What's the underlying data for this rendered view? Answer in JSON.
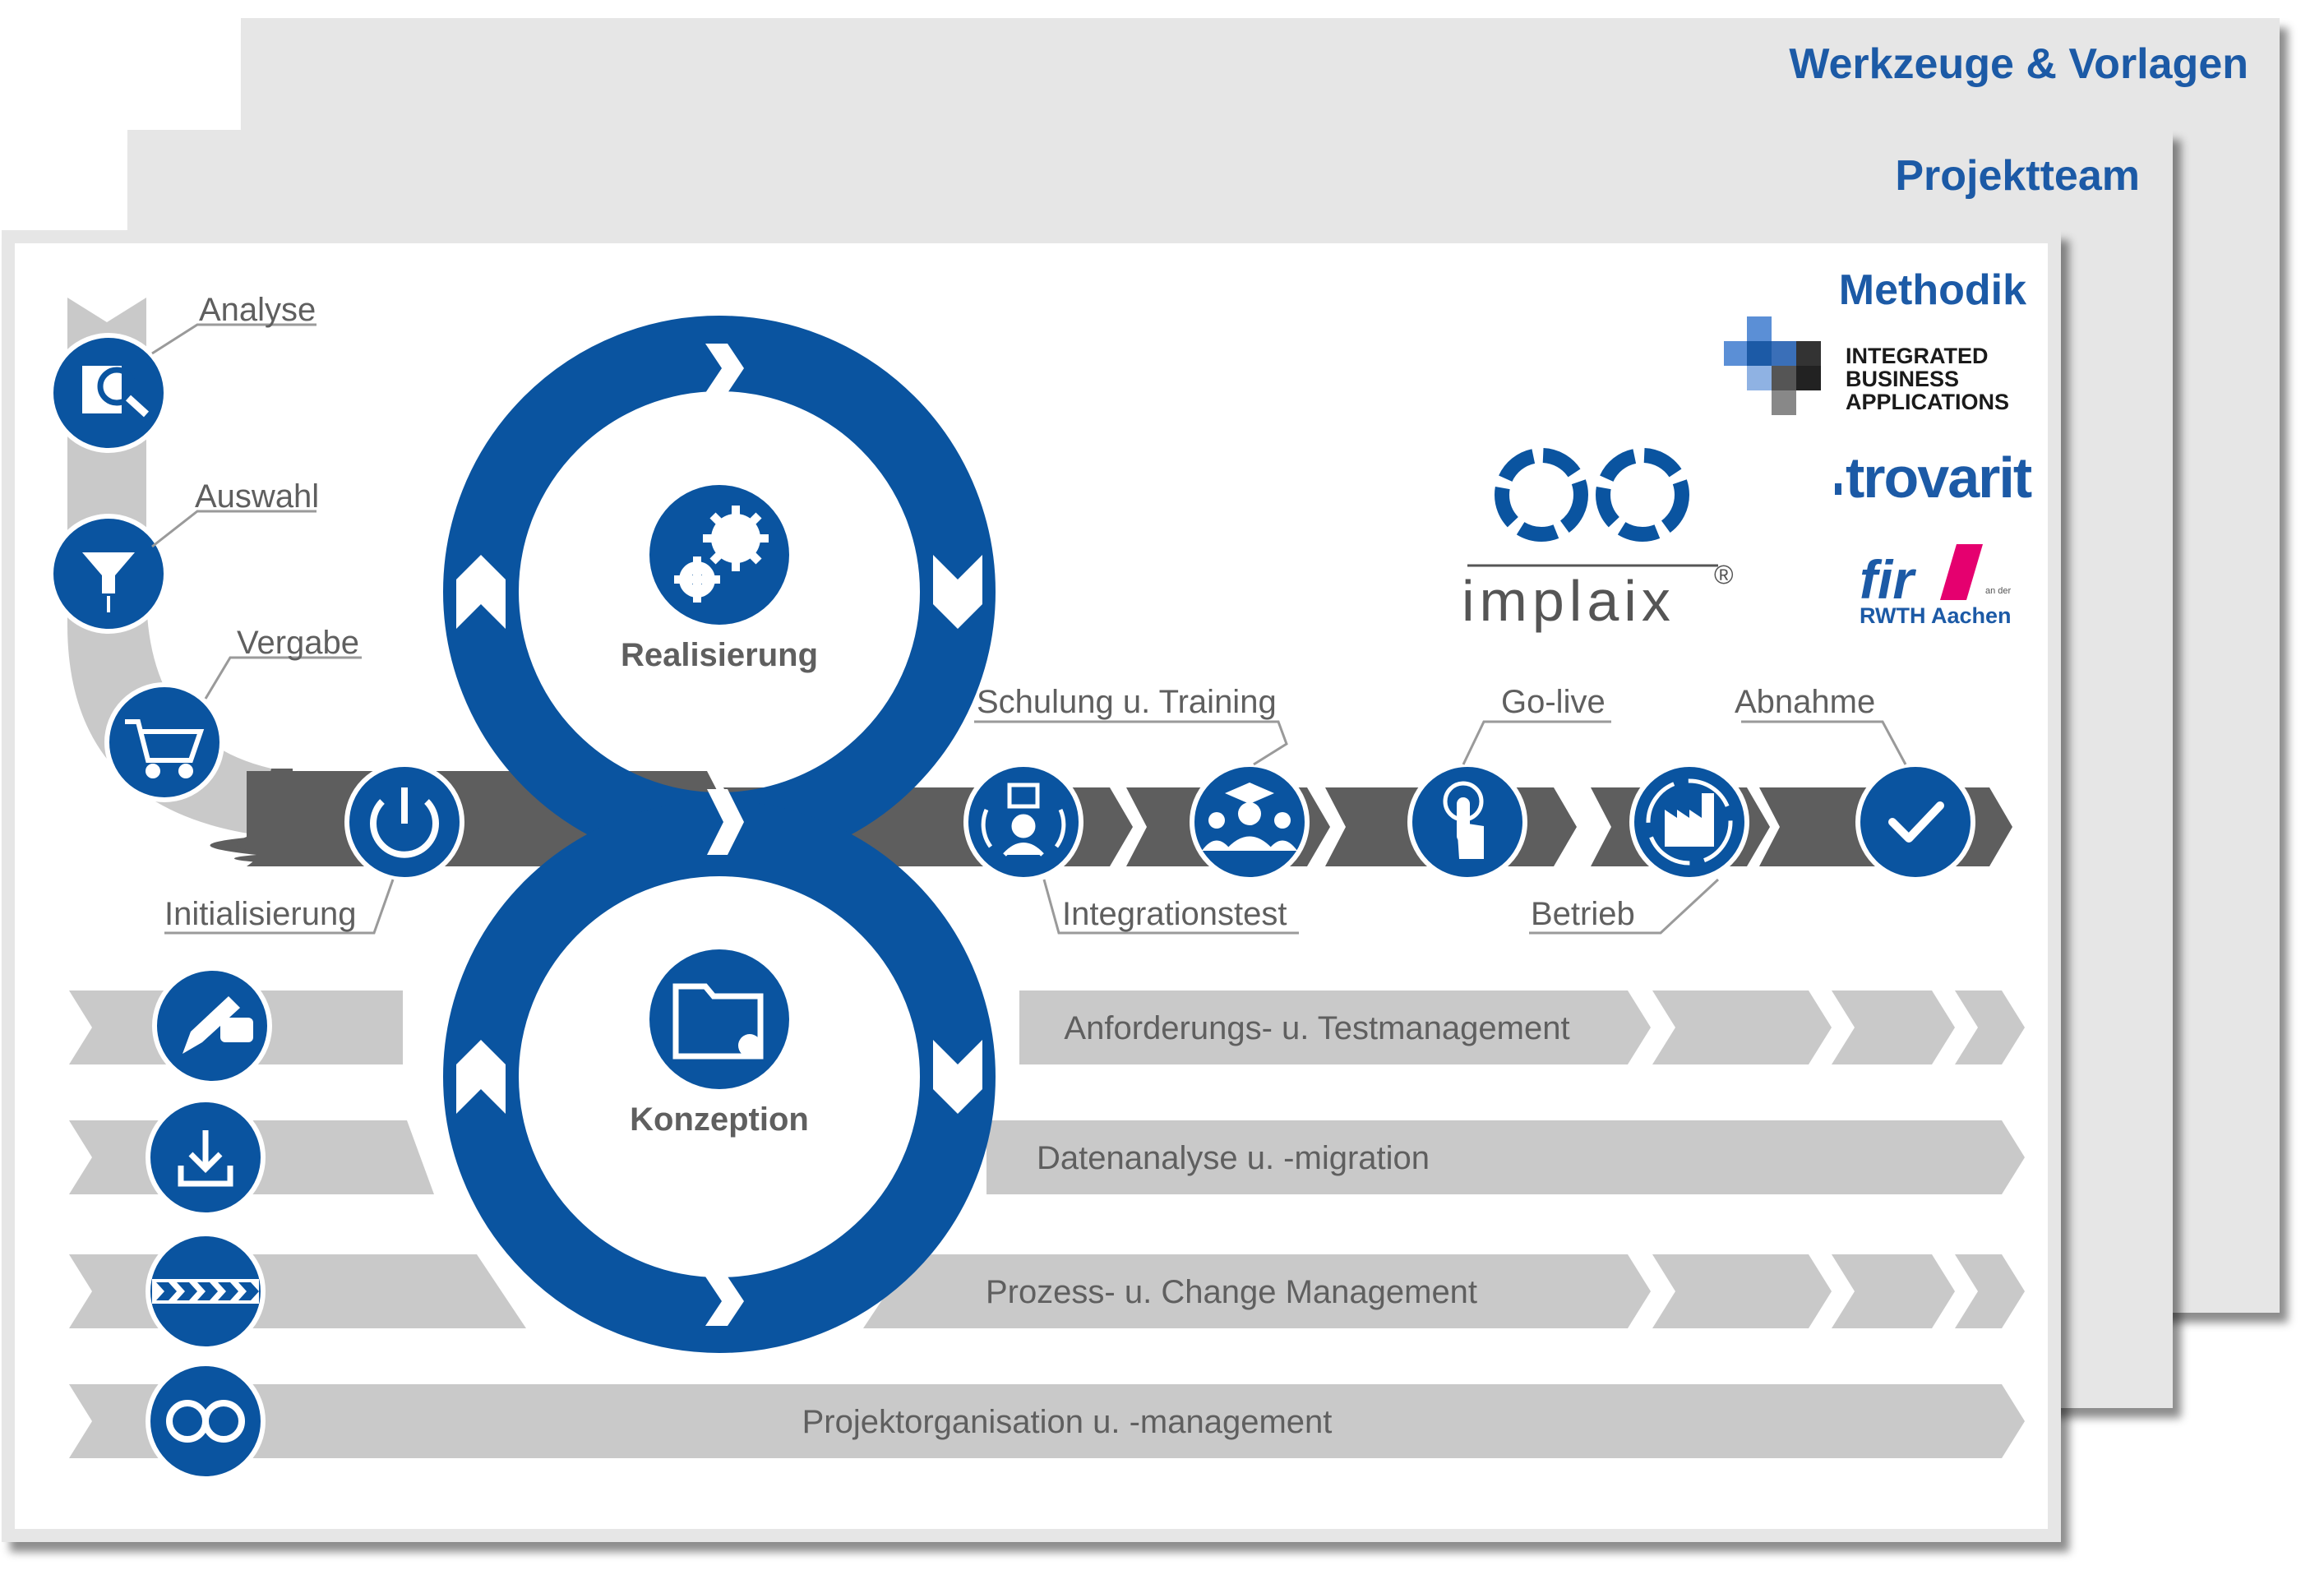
{
  "cards": {
    "back_title": "Werkzeuge & Vorlagen",
    "middle_title": "Projektteam",
    "front_title": "Methodik"
  },
  "steps": {
    "analyse": "Analyse",
    "auswahl": "Auswahl",
    "vergabe": "Vergabe",
    "initialisierung": "Initialisierung",
    "schulung": "Schulung u. Training",
    "integrationstest": "Integrationstest",
    "golive": "Go-live",
    "betrieb": "Betrieb",
    "abnahme": "Abnahme"
  },
  "cycle": {
    "top": "Realisierung",
    "bottom": "Konzeption"
  },
  "bars": {
    "anforderungen": "Anforderungs- u. Testmanagement",
    "daten": "Datenanalyse u. -migration",
    "prozess": "Prozess- u. Change Management",
    "projekt": "Projektorganisation u. -management"
  },
  "logos": {
    "iba_line1": "INTEGRATED",
    "iba_line2": "BUSINESS",
    "iba_line3": "APPLICATIONS",
    "trovarit": "trovarit",
    "implaix": "implaix",
    "registered": "®",
    "fir": "fir",
    "fir_small": "an der",
    "rwth": "RWTH Aachen"
  },
  "colors": {
    "blue": "#0a54a0",
    "dark_arrow": "#5e5e5e",
    "light_arrow": "#c8c8c8",
    "card_bg": "#e6e6e6",
    "title_blue": "#1c5aa6",
    "fir_pink": "#e5006f"
  }
}
